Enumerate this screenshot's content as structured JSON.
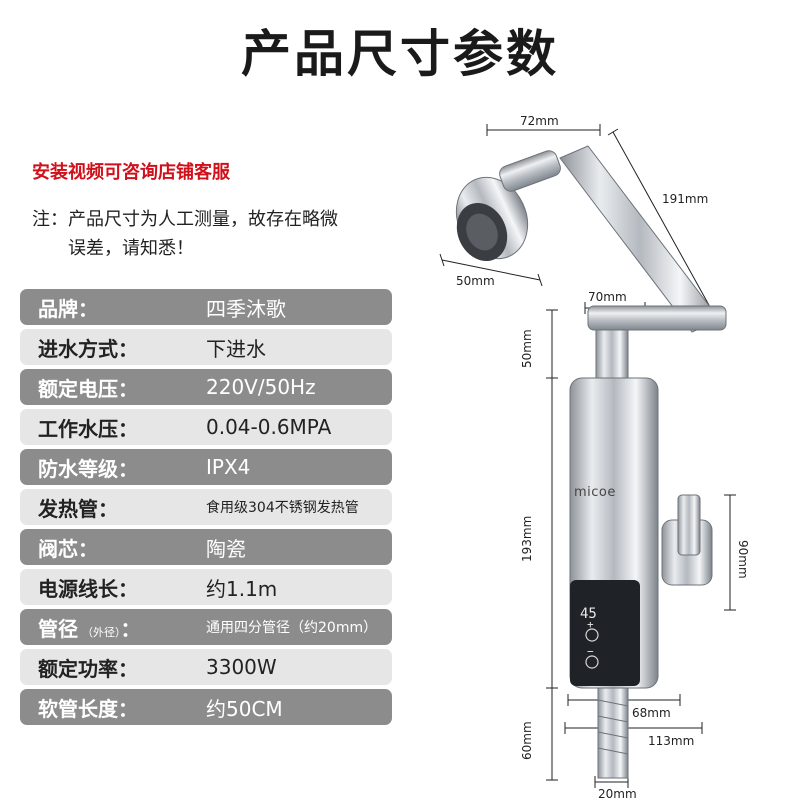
{
  "title": "产品尺寸参数",
  "notice": "安装视频可咨询店铺客服",
  "note": {
    "line1": "注：产品尺寸为人工测量，故存在略微",
    "line2": "误差，请知悉！"
  },
  "specs": [
    {
      "label": "品牌：",
      "value": "四季沐歌"
    },
    {
      "label": "进水方式：",
      "value": "下进水"
    },
    {
      "label": "额定电压：",
      "value": "220V/50Hz"
    },
    {
      "label": "工作水压：",
      "value": "0.04-0.6MPA"
    },
    {
      "label": "防水等级：",
      "value": "IPX4"
    },
    {
      "label": "发热管：",
      "value": "食用级304不锈钢发热管"
    },
    {
      "label": "阀芯：",
      "value": "陶瓷"
    },
    {
      "label": "电源线长：",
      "value": "约1.1m"
    },
    {
      "label": "管径",
      "label_sub": "（外径）",
      "label_tail": "：",
      "value": "通用四分管径（约20mm）"
    },
    {
      "label": "额定功率：",
      "value": "3300W"
    },
    {
      "label": "软管长度：",
      "value": "约50CM"
    }
  ],
  "dimensions": {
    "d72": "72mm",
    "d191": "191mm",
    "d50": "50mm",
    "d70": "70mm",
    "d50v": "50mm",
    "d193": "193mm",
    "d90": "90mm",
    "d68": "68mm",
    "d60": "60mm",
    "d113": "113mm",
    "d20": "20mm"
  },
  "product": {
    "brand_mark": "micoe",
    "display_value": "45",
    "plus_symbol": "+",
    "minus_symbol": "−"
  },
  "colors": {
    "notice_red": "#d0101b",
    "row_dark": "#8c8c8c",
    "row_light": "#e6e6e6",
    "chrome": "#c9ccd0"
  }
}
